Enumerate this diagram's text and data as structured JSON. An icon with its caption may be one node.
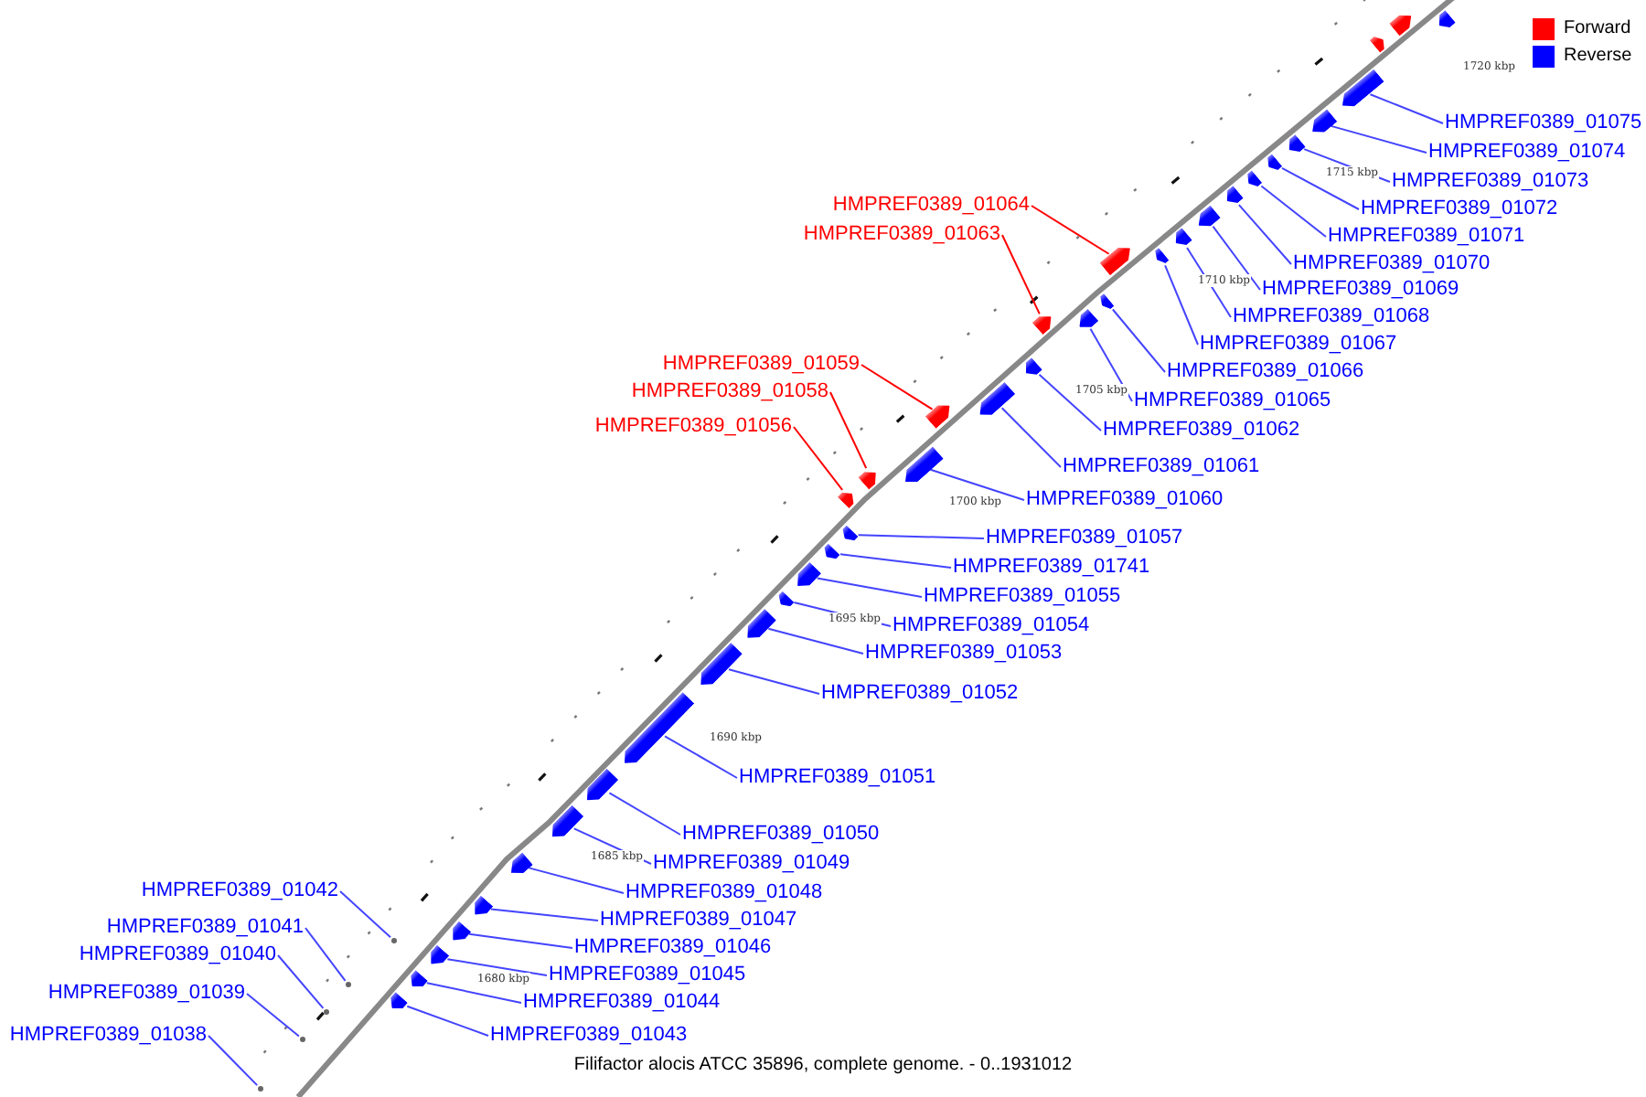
{
  "diagram": {
    "caption": "Filifactor alocis ATCC 35896, complete genome. - 0..1931012",
    "nodes": [
      {
        "text": [
          "HMPREF0389_01075"
        ]
      },
      {
        "text": [
          "HMPREF0389_01074"
        ]
      },
      {
        "text": [
          "HMPREF0389_01073"
        ]
      },
      {
        "text": [
          "HMPREF0389_01064"
        ]
      },
      {
        "text": [
          "HMPREF0389_01072"
        ]
      },
      {
        "text": [
          "HMPREF0389_01063"
        ]
      },
      {
        "text": [
          "HMPREF0389_01071"
        ]
      },
      {
        "text": [
          "HMPREF0389_01070"
        ]
      },
      {
        "text": [
          "HMPREF0389_01069"
        ]
      },
      {
        "text": [
          "HMPREF0389_01068"
        ]
      },
      {
        "text": [
          "HMPREF0389_01067"
        ]
      },
      {
        "text": [
          "HMPREF0389_01059"
        ]
      },
      {
        "text": [
          "HMPREF0389_01066"
        ]
      },
      {
        "text": [
          "HMPREF0389_01058"
        ]
      },
      {
        "text": [
          "HMPREF0389_01065"
        ]
      },
      {
        "text": [
          "HMPREF0389_01056"
        ]
      },
      {
        "text": [
          "HMPREF0389_01062"
        ]
      },
      {
        "text": [
          "HMPREF0389_01061"
        ]
      },
      {
        "text": [
          "HMPREF0389_01060"
        ]
      },
      {
        "text": [
          "HMPREF0389_01057"
        ]
      },
      {
        "text": [
          "HMPREF0389_01741"
        ]
      },
      {
        "text": [
          "HMPREF0389_01055"
        ]
      },
      {
        "text": [
          "HMPREF0389_01054"
        ]
      },
      {
        "text": [
          "HMPREF0389_01053"
        ]
      },
      {
        "text": [
          "HMPREF0389_01052"
        ]
      },
      {
        "text": [
          "HMPREF0389_01051"
        ]
      },
      {
        "text": [
          "HMPREF0389_01050"
        ]
      },
      {
        "text": [
          "HMPREF0389_01049"
        ]
      },
      {
        "text": [
          "HMPREF0389_01042"
        ]
      },
      {
        "text": [
          "HMPREF0389_01048"
        ]
      },
      {
        "text": [
          "HMPREF0389_01047"
        ]
      },
      {
        "text": [
          "HMPREF0389_01041"
        ]
      },
      {
        "text": [
          "HMPREF0389_01046"
        ]
      },
      {
        "text": [
          "HMPREF0389_01040"
        ]
      },
      {
        "text": [
          "HMPREF0389_01045"
        ]
      },
      {
        "text": [
          "HMPREF0389_01039"
        ]
      },
      {
        "text": [
          "HMPREF0389_01044"
        ]
      },
      {
        "text": [
          "HMPREF0389_01043"
        ]
      },
      {
        "text": [
          "HMPREF0389_01038"
        ]
      },
      {
        "text": [],
        "shape": "box"
      },
      {
        "text": [],
        "shape": "box"
      },
      {
        "text": [],
        "shape": "box"
      },
      {
        "text": [],
        "shape": "box"
      },
      {
        "text": [],
        "shape": "box"
      },
      {
        "text": [],
        "shape": "box"
      },
      {
        "text": [],
        "shape": "box"
      },
      {
        "text": [],
        "shape": "box"
      },
      {
        "text": [],
        "shape": "box"
      },
      {
        "text": [],
        "shape": "box"
      },
      {
        "text": [],
        "shape": "box"
      },
      {
        "text": [],
        "shape": "box"
      },
      {
        "text": [],
        "shape": "box"
      },
      {
        "text": [],
        "shape": "box"
      },
      {
        "text": [],
        "shape": "box"
      },
      {
        "text": [],
        "shape": "box"
      },
      {
        "text": [],
        "shape": "box"
      },
      {
        "text": [],
        "shape": "box"
      },
      {
        "text": [],
        "shape": "box"
      },
      {
        "text": [],
        "shape": "box"
      },
      {
        "text": [],
        "shape": "box"
      },
      {
        "text": [],
        "shape": "box"
      },
      {
        "text": [],
        "shape": "box"
      },
      {
        "text": [],
        "shape": "box"
      },
      {
        "text": [],
        "shape": "box"
      },
      {
        "text": [],
        "shape": "box"
      },
      {
        "text": [],
        "shape": "box"
      },
      {
        "text": [],
        "shape": "box"
      },
      {
        "text": [],
        "shape": "circle"
      },
      {
        "text": [],
        "shape": "box"
      },
      {
        "text": [],
        "shape": "box"
      },
      {
        "text": [],
        "shape": "circle"
      },
      {
        "text": [],
        "shape": "box"
      },
      {
        "text": [],
        "shape": "circle"
      },
      {
        "text": [],
        "shape": "box"
      },
      {
        "text": [],
        "shape": "circle"
      },
      {
        "text": [],
        "shape": "box"
      },
      {
        "text": [],
        "shape": "box"
      },
      {
        "text": [],
        "shape": "circle"
      },
      {
        "text": [],
        "shape": "box"
      },
      {
        "text": [],
        "shape": "box"
      },
      {
        "text": [],
        "shape": "box"
      }
    ],
    "edges": [
      {
        "from": 0,
        "to": 39,
        "arrow": "none"
      },
      {
        "from": 1,
        "to": 40,
        "arrow": "none"
      },
      {
        "from": 2,
        "to": 41,
        "arrow": "none"
      },
      {
        "from": 3,
        "to": 42,
        "arrow": "none",
        "color": "#ff0000"
      },
      {
        "from": 4,
        "to": 43,
        "arrow": "none"
      },
      {
        "from": 5,
        "to": 44,
        "arrow": "none",
        "color": "#ff0000"
      },
      {
        "from": 6,
        "to": 45,
        "arrow": "none"
      },
      {
        "from": 7,
        "to": 46,
        "arrow": "none"
      },
      {
        "from": 8,
        "to": 47,
        "arrow": "none"
      },
      {
        "from": 9,
        "to": 48,
        "arrow": "none"
      },
      {
        "from": 10,
        "to": 49,
        "arrow": "none"
      },
      {
        "from": 11,
        "to": 50,
        "arrow": "none",
        "color": "#ff0000"
      },
      {
        "from": 12,
        "to": 51,
        "arrow": "none"
      },
      {
        "from": 13,
        "to": 52,
        "arrow": "none",
        "color": "#ff0000"
      },
      {
        "from": 14,
        "to": 53,
        "arrow": "none"
      },
      {
        "from": 15,
        "to": 54,
        "arrow": "none",
        "color": "#ff0000"
      },
      {
        "from": 16,
        "to": 55,
        "arrow": "none"
      },
      {
        "from": 17,
        "to": 56,
        "arrow": "none"
      },
      {
        "from": 18,
        "to": 57,
        "arrow": "none"
      },
      {
        "from": 19,
        "to": 58,
        "arrow": "none"
      },
      {
        "from": 20,
        "to": 59,
        "arrow": "none"
      },
      {
        "from": 21,
        "to": 60,
        "arrow": "none"
      },
      {
        "from": 22,
        "to": 61,
        "arrow": "none"
      },
      {
        "from": 23,
        "to": 62,
        "arrow": "none"
      },
      {
        "from": 24,
        "to": 63,
        "arrow": "none"
      },
      {
        "from": 25,
        "to": 64,
        "arrow": "none"
      },
      {
        "from": 26,
        "to": 65,
        "arrow": "none"
      },
      {
        "from": 27,
        "to": 66,
        "arrow": "none"
      },
      {
        "from": 28,
        "to": 67,
        "arrow": "none"
      },
      {
        "from": 29,
        "to": 68,
        "arrow": "none"
      },
      {
        "from": 30,
        "to": 69,
        "arrow": "none"
      },
      {
        "from": 31,
        "to": 70,
        "arrow": "none"
      },
      {
        "from": 32,
        "to": 71,
        "arrow": "none"
      },
      {
        "from": 33,
        "to": 72,
        "arrow": "none"
      },
      {
        "from": 34,
        "to": 73,
        "arrow": "none"
      },
      {
        "from": 35,
        "to": 74,
        "arrow": "none"
      },
      {
        "from": 36,
        "to": 75,
        "arrow": "none"
      },
      {
        "from": 37,
        "to": 76,
        "arrow": "none"
      },
      {
        "from": 38,
        "to": 77,
        "arrow": "none"
      }
    ],
    "labels": [
      "1720 kbp",
      "1715 kbp",
      "1710 kbp",
      "1705 kbp",
      "1700 kbp",
      "1695 kbp",
      "1690 kbp",
      "1685 kbp",
      "1680 kbp"
    ],
    "legend": [
      {
        "text": "Forward",
        "color": "#ff0000"
      },
      {
        "text": "Reverse",
        "color": "#0000ff"
      }
    ]
  }
}
